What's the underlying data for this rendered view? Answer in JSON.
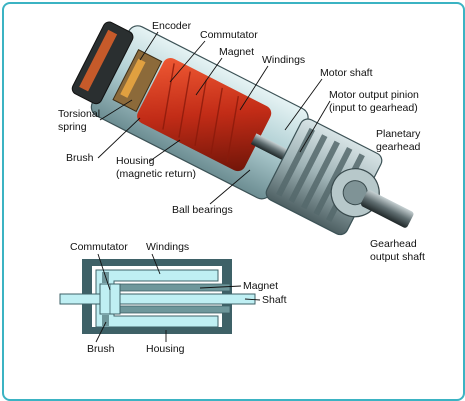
{
  "figure": {
    "labels": {
      "encoder": "Encoder",
      "commutator": "Commutator",
      "magnet": "Magnet",
      "windings": "Windings",
      "motor_shaft": "Motor shaft",
      "pinion_line1": "Motor output pinion",
      "pinion_line2": "(input to gearhead)",
      "torsional_line1": "Torsional",
      "torsional_line2": "spring",
      "planetary_line1": "Planetary",
      "planetary_line2": "gearhead",
      "brush": "Brush",
      "housing_line1": "Housing",
      "housing_line2": "(magnetic return)",
      "ball_bearings": "Ball bearings",
      "gearhead_shaft_line1": "Gearhead",
      "gearhead_shaft_line2": "output shaft"
    }
  },
  "schematic": {
    "labels": {
      "commutator": "Commutator",
      "windings": "Windings",
      "magnet": "Magnet",
      "shaft": "Shaft",
      "brush": "Brush",
      "housing": "Housing"
    }
  },
  "colors": {
    "frame_border": "#3bb3c3",
    "schematic_light": "#bfeff3",
    "schematic_dark": "#3e6167",
    "schematic_mid": "#6e979b",
    "motor_red": "#c8321e",
    "housing_glass": "#b9d9dc"
  }
}
